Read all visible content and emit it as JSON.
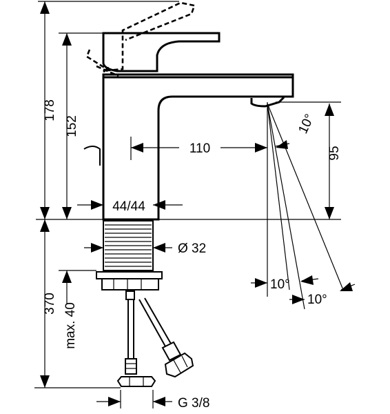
{
  "dimensions": {
    "total_height": "178",
    "body_height": "152",
    "spout_reach": "110",
    "spout_clearance": "95",
    "flow_angle": "10°",
    "base_width": "44/44",
    "shank_diameter": "Ø 32",
    "shank_length": "370",
    "max_thickness": "max. 40",
    "connection_thread": "G 3/8",
    "spread_angle_1": "10°",
    "spread_angle_2": "10°"
  }
}
